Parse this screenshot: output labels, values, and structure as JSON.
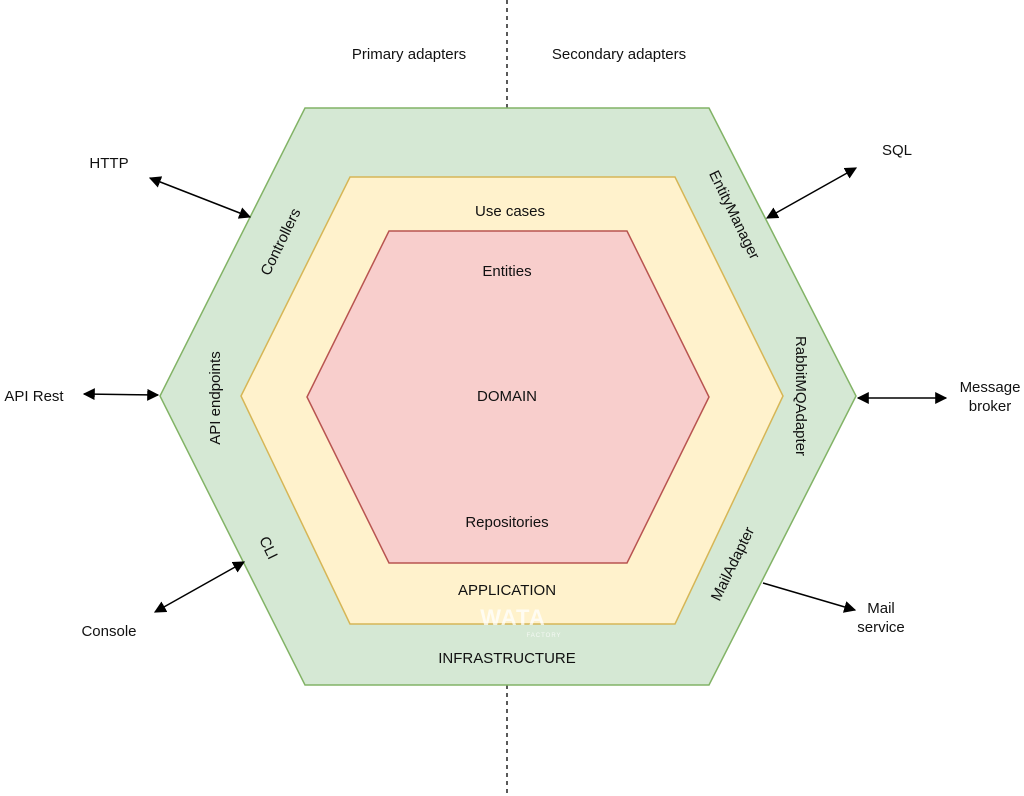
{
  "headers": {
    "primary": "Primary adapters",
    "secondary": "Secondary adapters"
  },
  "layers": {
    "infrastructure": "INFRASTRUCTURE",
    "application": "APPLICATION",
    "domain": "DOMAIN"
  },
  "application_labels": {
    "use_cases": "Use cases"
  },
  "domain_labels": {
    "entities": "Entities",
    "repositories": "Repositories"
  },
  "primary_adapters": {
    "controllers": "Controllers",
    "api_endpoints": "API endpoints",
    "cli": "CLI"
  },
  "secondary_adapters": {
    "entity_manager": "EntityManager",
    "rabbitmq_adapter": "RabbitMQAdapter",
    "mail_adapter": "MailAdapter"
  },
  "external_actors": {
    "http": "HTTP",
    "api_rest": "API Rest",
    "console": "Console",
    "sql": "SQL",
    "message_broker_line1": "Message",
    "message_broker_line2": "broker",
    "mail_service_line1": "Mail",
    "mail_service_line2": "service"
  },
  "watermark": {
    "brand": "WATA",
    "sub": "FACTORY"
  },
  "colors": {
    "infrastructure_fill": "#d5e8d4",
    "infrastructure_stroke": "#82b366",
    "application_fill": "#fff2cc",
    "application_stroke": "#d6b656",
    "domain_fill": "#f8cecc",
    "domain_stroke": "#b85450"
  }
}
